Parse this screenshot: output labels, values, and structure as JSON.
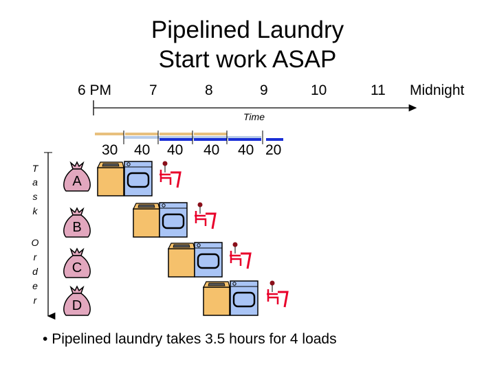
{
  "title": {
    "line1": "Pipelined Laundry",
    "line2": "Start work ASAP"
  },
  "timeline": {
    "hours": [
      "6 PM",
      "7",
      "8",
      "9",
      "10",
      "11",
      "Midnight"
    ],
    "axis_label": "Time"
  },
  "durations": [
    "30",
    "40",
    "40",
    "40",
    "40",
    "20"
  ],
  "task_order_label": [
    "T",
    "a",
    "s",
    "k",
    "",
    "O",
    "r",
    "d",
    "e",
    "r"
  ],
  "loads": [
    "A",
    "B",
    "C",
    "D"
  ],
  "bullet": "Pipelined laundry takes 3.5 hours for 4 loads",
  "colors": {
    "washer": "#F5C16C",
    "dryer": "#A9C4F5",
    "folder": "#E8002A",
    "bar_tan": "#E8C07D",
    "bar_blue": "#1A2FD6",
    "bar_light": "#B8CCE8"
  },
  "icons": [
    "money-bag-icon",
    "washer-icon",
    "dryer-icon",
    "folder-person-icon"
  ]
}
